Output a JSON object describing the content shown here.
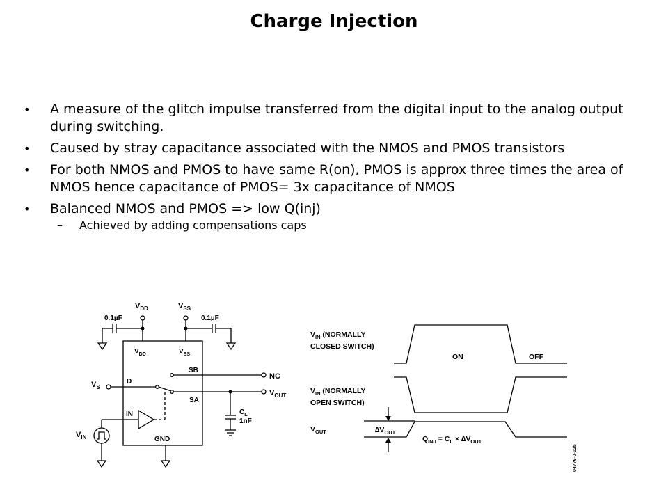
{
  "slide": {
    "title": "Charge Injection",
    "bullets": [
      "A measure of the glitch impulse transferred from the digital input to the analog output during switching.",
      "Caused by stray capacitance associated with the NMOS and PMOS transistors",
      "For both NMOS and PMOS to have same R(on), PMOS is approx three times the area of NMOS hence capacitance of PMOS= 3x capacitance of NMOS",
      "Balanced NMOS and PMOS => low Q(inj)"
    ],
    "bullet_glyph": "•",
    "sub_bullet": "Achieved by adding compensations caps",
    "sub_glyph": "–"
  },
  "circuit": {
    "vdd_main": "V",
    "vdd_sub": "DD",
    "vss_main": "V",
    "vss_sub": "SS",
    "cap1": "0.1µF",
    "cap2": "0.1µF",
    "vdd_in": "V",
    "vdd_in_sub": "DD",
    "vss_in": "V",
    "vss_in_sub": "SS",
    "sb": "SB",
    "sa": "SA",
    "d": "D",
    "in": "IN",
    "gnd": "GND",
    "nc": "NC",
    "vout": "V",
    "vout_sub": "OUT",
    "vs": "V",
    "vs_sub": "S",
    "vin": "V",
    "vin_sub": "IN",
    "cl": "C",
    "cl_sub": "L",
    "cl_val": "1nF"
  },
  "timing": {
    "row1_a": "V",
    "row1_sub": "IN",
    "row1_b": " (NORMALLY",
    "row1_c": "CLOSED SWITCH)",
    "row2_a": "V",
    "row2_sub": "IN",
    "row2_b": " (NORMALLY",
    "row2_c": "OPEN SWITCH)",
    "row3": "V",
    "row3_sub": "OUT",
    "on": "ON",
    "off": "OFF",
    "dv": "∆V",
    "dv_sub": "OUT",
    "q_a": "Q",
    "q_sub": "INJ",
    "q_b": " = C",
    "q_sub2": "L",
    "q_c": " × ∆V",
    "q_sub3": "OUT",
    "code": "04776-0-025"
  }
}
